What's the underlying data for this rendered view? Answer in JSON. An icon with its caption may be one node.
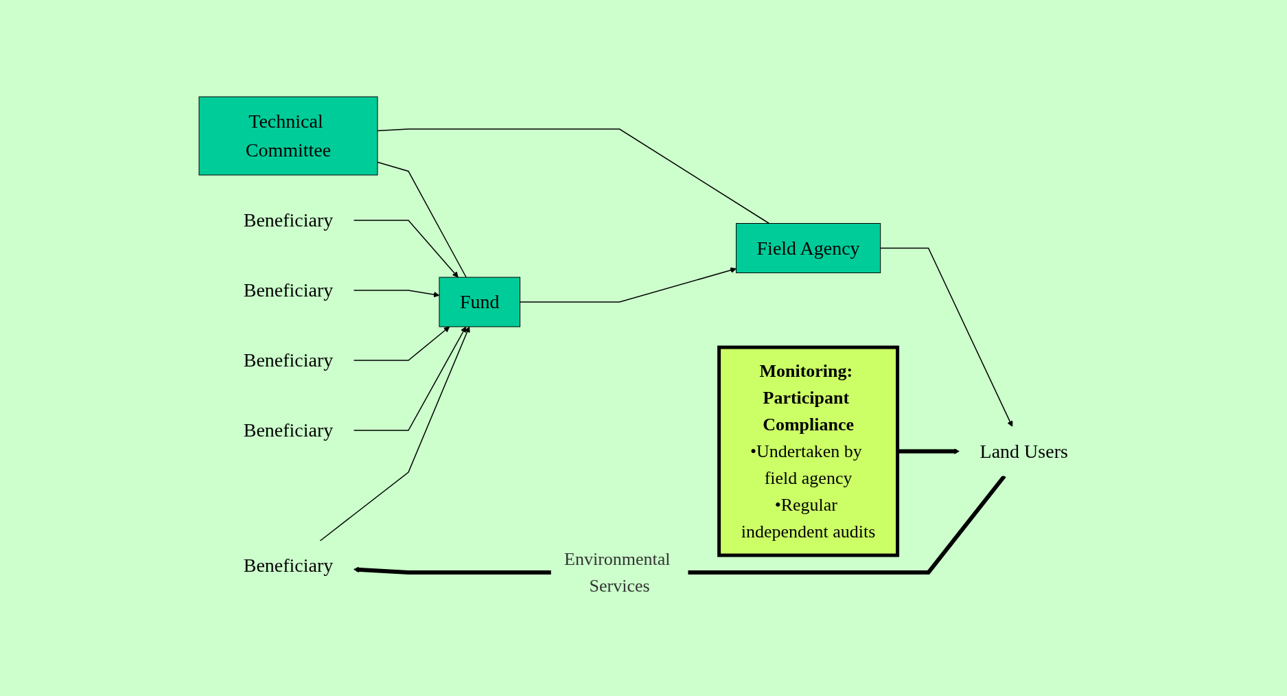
{
  "diagram": {
    "nodes": [
      {
        "text": [
          "Technical Committee"
        ]
      },
      {
        "text": [
          "Monitoring: Participant Compliance",
          "•Undertaken by field agency",
          "•Regular independent audits"
        ]
      },
      {
        "text": [
          "Beneficiary"
        ]
      },
      {
        "text": [
          "Beneficiary"
        ]
      },
      {
        "text": [
          "Beneficiary"
        ]
      },
      {
        "text": [
          "Beneficiary"
        ]
      },
      {
        "text": [
          "Beneficiary"
        ]
      },
      {
        "text": [
          "Fund"
        ]
      },
      {
        "text": [
          "Field Agency"
        ]
      },
      {
        "text": [
          "Land Users"
        ]
      }
    ],
    "edges": [
      {
        "from": 0,
        "to": 7,
        "arrow": "none"
      },
      {
        "from": 0,
        "to": 8,
        "arrow": "none"
      },
      {
        "from": 2,
        "to": 7,
        "arrow": "to"
      },
      {
        "from": 3,
        "to": 7,
        "arrow": "to"
      },
      {
        "from": 4,
        "to": 7,
        "arrow": "to"
      },
      {
        "from": 5,
        "to": 7,
        "arrow": "to"
      },
      {
        "from": 6,
        "to": 7,
        "arrow": "to"
      },
      {
        "from": 7,
        "to": 8,
        "arrow": "to"
      },
      {
        "from": 8,
        "to": 9,
        "arrow": "to"
      },
      {
        "from": 1,
        "to": 9,
        "arrow": "to",
        "style": "thick"
      },
      {
        "from": 9,
        "to": 6,
        "arrow": "to",
        "style": "thick",
        "label": "Environmental Services"
      }
    ]
  }
}
